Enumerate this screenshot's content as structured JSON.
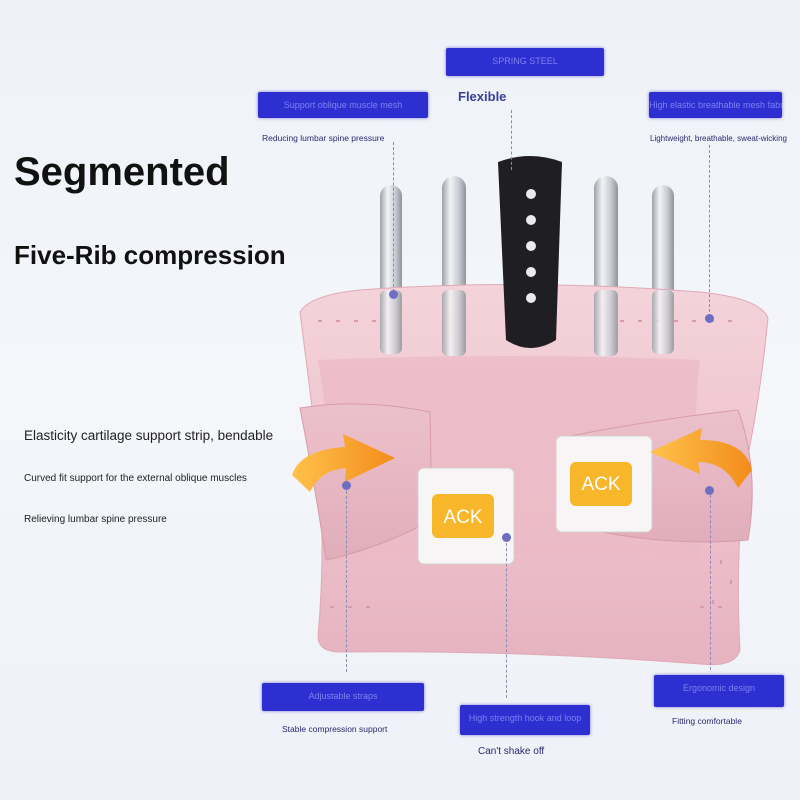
{
  "headline": {
    "title": "Segmented",
    "subtitle": "Five-Rib compression"
  },
  "features_left": [
    "Elasticity cartilage support strip, bendable",
    "Curved fit support for the external oblique muscles",
    "Relieving lumbar spine pressure"
  ],
  "callouts": {
    "top_left": {
      "badge": "Support oblique muscle mesh",
      "caption": "Reducing lumbar spine pressure"
    },
    "top_center": {
      "badge": "SPRING STEEL",
      "caption": "Flexible"
    },
    "top_right": {
      "badge": "High elastic breathable mesh fabric",
      "caption": "Lightweight, breathable, sweat-wicking"
    },
    "bottom_left": {
      "badge": "Adjustable straps",
      "caption": "Stable compression support"
    },
    "bottom_center": {
      "badge": "High strength hook and loop",
      "caption": "Can't shake off"
    },
    "bottom_right": {
      "badge": "Ergonomic design",
      "caption": "Fitting comfortable"
    }
  },
  "product": {
    "brand_label_left": "ACK",
    "brand_label_right": "ACK",
    "colors": {
      "belt": "#f0c9d2",
      "belt_dark": "#e3b0bd",
      "strap": "#e8bcc7",
      "arrow": "#f9a52b",
      "logo_bg": "#f8b62a",
      "center_rib": "#1f1f23",
      "steel": "#c9ccd2",
      "badge": "#2d2fd0"
    }
  }
}
